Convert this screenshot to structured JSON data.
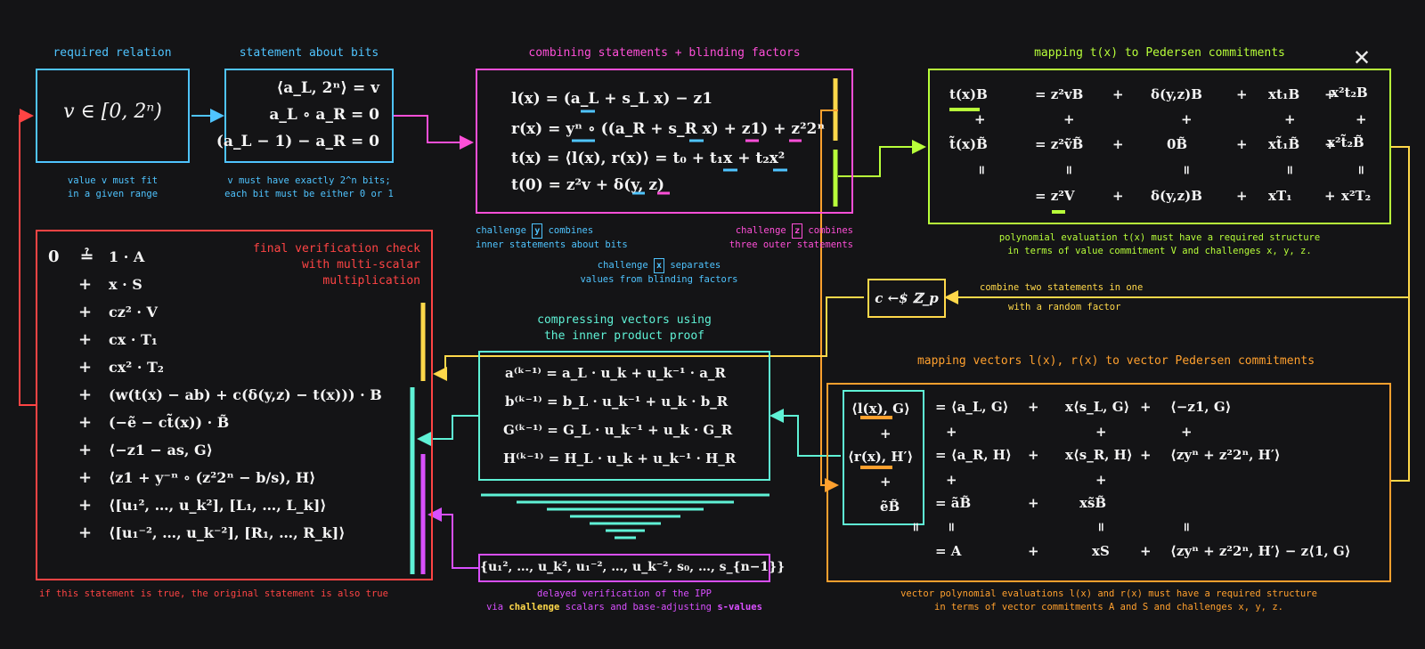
{
  "colors": {
    "background": "#141416",
    "cyan": "#4fc4ff",
    "magenta": "#ff4fd8",
    "red": "#ff4444",
    "lime": "#b8ff3a",
    "yellow": "#ffd84a",
    "orange": "#ffa02e",
    "teal": "#5ff2d6",
    "violet": "#d94fff"
  },
  "relation": {
    "title": "required relation",
    "formula": "v ∈ [0, 2ⁿ)",
    "caption": [
      "value v must fit",
      "in a given range"
    ]
  },
  "bits": {
    "title": "statement about bits",
    "lines": [
      "⟨a_L, 2ⁿ⟩ = v",
      "a_L ∘ a_R = 0",
      "(a_L − 1) − a_R = 0"
    ],
    "caption": [
      "v must have exactly 2^n bits;",
      "each bit must be either 0 or 1"
    ]
  },
  "combine": {
    "title": "combining statements + blinding factors",
    "lines": [
      "l(x) = (a_L + s_L x) − z1",
      "r(x) = yⁿ ∘ ((a_R + s_R x) + z1) + z²2ⁿ",
      "t(x) = ⟨l(x), r(x)⟩ = t₀ + t₁x + t₂x²",
      "t(0) = z²v + δ(y, z)"
    ],
    "note_y_word": "challenge",
    "note_y_letter": "y",
    "note_y_rest": "combines",
    "note_y_line2": "inner statements about bits",
    "note_z_word": "challenge",
    "note_z_letter": "z",
    "note_z_rest": "combines",
    "note_z_line2": "three outer statements",
    "note_x_word": "challenge",
    "note_x_letter": "x",
    "note_x_rest": "separates",
    "note_x_line2": "values from blinding factors"
  },
  "mapping_t": {
    "title": "mapping t(x) to Pedersen commitments",
    "row1": [
      "t(x)B",
      "= z²vB",
      "+",
      "δ(y,z)B",
      "+",
      "xt₁B",
      "+",
      "x²t₂B"
    ],
    "row2": [
      "t̃(x)B̃",
      "= z²ṽB̃",
      "+",
      "0B̃",
      "+",
      "xt̃₁B̃",
      "+",
      "x²t̃₂B̃"
    ],
    "row3": [
      "= z²V",
      "+",
      "δ(y,z)B",
      "+",
      "xT₁",
      "+",
      "x²T₂"
    ],
    "plus": "+",
    "eqsign": "=",
    "caption": [
      "polynomial evaluation t(x) must have a required structure",
      "in terms of value commitment V and challenges x, y, z."
    ]
  },
  "random": {
    "formula": "c ←$ ℤ_p",
    "caption": [
      "combine two statements in one",
      "with a random factor"
    ]
  },
  "final": {
    "title": [
      "final verification check",
      "with multi-scalar",
      "multiplication"
    ],
    "lhs": "0",
    "rel": "≟",
    "terms": [
      "1 · A",
      "x · S",
      "cz² · V",
      "cx · T₁",
      "cx² · T₂",
      "(w(t(x) − ab) + c(δ(y,z) − t(x))) · B",
      "(−ẽ − ct̃(x)) · B̃",
      "⟨−z1 − as, G⟩",
      "⟨z1 + y⁻ⁿ ∘ (z²2ⁿ − b/s), H⟩",
      "⟨[u₁², …, u_k²], [L₁, …, L_k]⟩",
      "⟨[u₁⁻², …, u_k⁻²], [R₁, …, R_k]⟩"
    ],
    "plus": "+",
    "caption": "if this statement is true, the original statement is also true"
  },
  "ipp": {
    "title": [
      "compressing vectors using",
      "the inner product proof"
    ],
    "lines": [
      "a⁽ᵏ⁻¹⁾ = a_L · u_k + u_k⁻¹ · a_R",
      "b⁽ᵏ⁻¹⁾ = b_L · u_k⁻¹ + u_k · b_R",
      "G⁽ᵏ⁻¹⁾ = G_L · u_k⁻¹ + u_k · G_R",
      "H⁽ᵏ⁻¹⁾ = H_L · u_k + u_k⁻¹ · H_R"
    ]
  },
  "delayed": {
    "formula": "{u₁², …, u_k², u₁⁻², …, u_k⁻², s₀, …, s_{n−1}}",
    "caption1": "delayed verification of the IPP",
    "caption2_a": "via",
    "caption2_b": "challenge",
    "caption2_c": "scalars and base-adjusting",
    "caption2_d": "s-values"
  },
  "mapping_v": {
    "title": "mapping vectors l(x), r(x) to vector Pedersen commitments",
    "inner": [
      "⟨l(x), G⟩",
      "⟨r(x), H′⟩",
      "ẽB̃"
    ],
    "row1": [
      "= ⟨a_L, G⟩",
      "+",
      "x⟨s_L, G⟩",
      "+",
      "⟨−z1, G⟩"
    ],
    "row2": [
      "= ⟨a_R, H⟩",
      "+",
      "x⟨s_R, H⟩",
      "+",
      "⟨zyⁿ + z²2ⁿ, H′⟩"
    ],
    "row3": [
      "= ãB̃",
      "+",
      "xs̃B̃"
    ],
    "row4": [
      "= A",
      "+",
      "xS",
      "+",
      "⟨zyⁿ + z²2ⁿ, H′⟩ − z⟨1, G⟩"
    ],
    "plus": "+",
    "eqsign": "=",
    "caption": [
      "vector polynomial evaluations l(x) and r(x) must have a required structure",
      "in terms of vector commitments A and S and challenges x, y, z."
    ]
  },
  "window": {
    "close": "✕"
  }
}
